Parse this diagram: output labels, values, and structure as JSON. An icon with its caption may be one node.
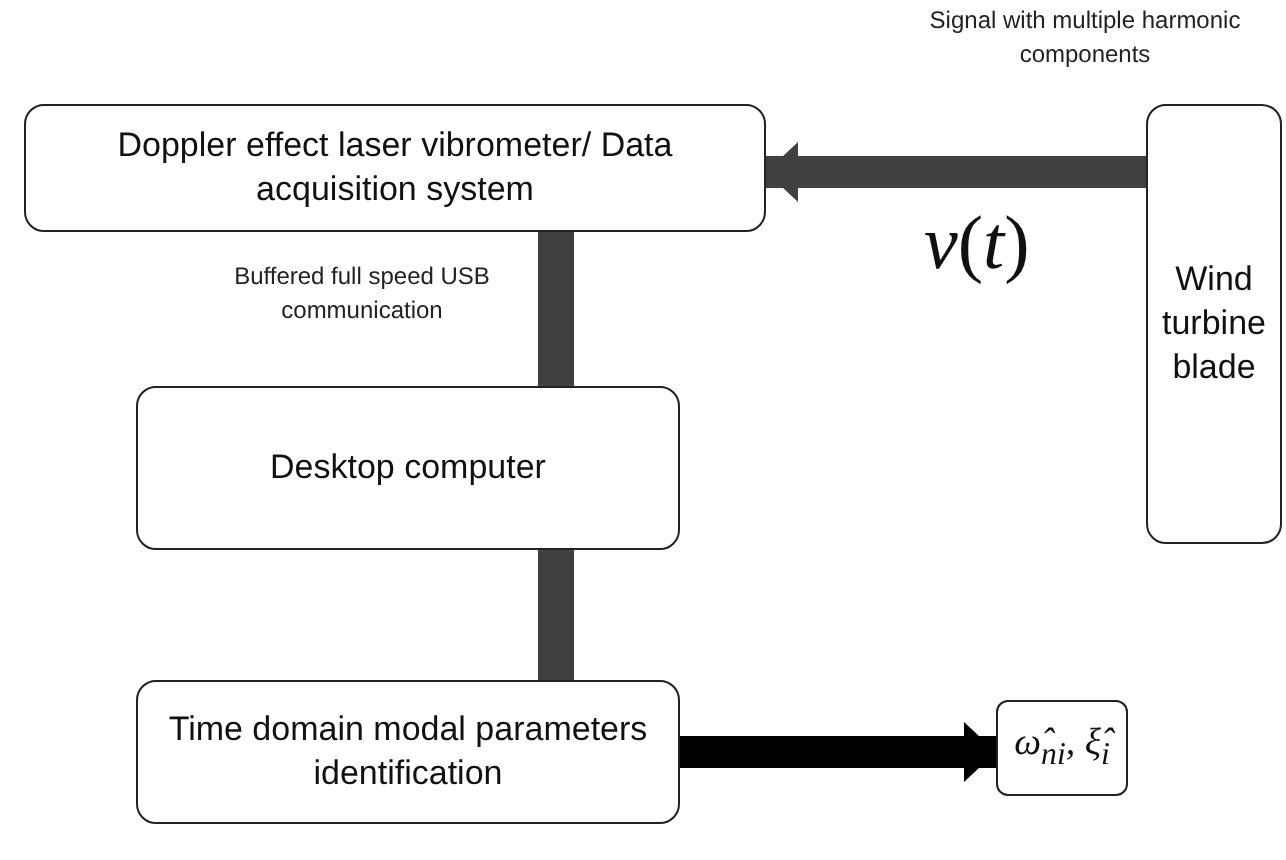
{
  "diagram": {
    "nodes": [
      {
        "text": [
          "Doppler effect laser vibrometer/ Data acquisition system"
        ]
      },
      {
        "text": [
          "Wind turbine blade"
        ]
      },
      {
        "text": [
          "Desktop computer"
        ]
      },
      {
        "text": [
          "Time domain modal parameters identification"
        ]
      },
      {
        "text": [
          "ω̂$_{ni}$, ξ̂$_{i}$"
        ]
      }
    ],
    "edges": [
      {
        "from": 1,
        "to": 0,
        "arrow": "to",
        "label": "Signal with multiple harmonic components"
      },
      {
        "from": 0,
        "to": 2,
        "arrow": "none",
        "label": "Buffered full speed USB communication"
      },
      {
        "from": 2,
        "to": 3,
        "arrow": "none"
      },
      {
        "from": 3,
        "to": 4,
        "arrow": "to",
        "color": "#000000"
      }
    ],
    "labels": [
      "*v*(*t*)"
    ]
  }
}
